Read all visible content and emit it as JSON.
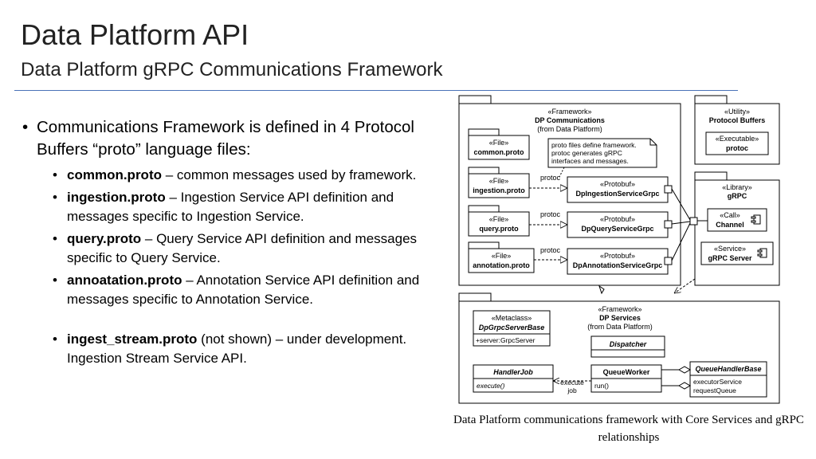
{
  "slide": {
    "title": "Data Platform API",
    "subtitle": "Data Platform gRPC Communications Framework"
  },
  "bullets": {
    "main": "Communications Framework is defined in 4 Protocol Buffers “proto” language files:",
    "items": [
      {
        "term": "common.proto",
        "rest": " – common messages used by framework."
      },
      {
        "term": "ingestion.proto",
        "rest": " – Ingestion Service API definition and messages specific to Ingestion Service."
      },
      {
        "term": "query.proto",
        "rest": " – Query Service API definition and messages specific to Query Service."
      },
      {
        "term": "annoatation.proto",
        "rest": " – Annotation Service API definition and messages specific to Annotation Service."
      },
      {
        "term": "ingest_stream.proto",
        "rest": " (not shown) – under development.  Ingestion Stream Service API."
      }
    ]
  },
  "diagram": {
    "dp_comm": {
      "stereo": "«Framework»",
      "name": "DP Communications",
      "sub": "(from Data Platform)"
    },
    "files": [
      {
        "stereo": "«File»",
        "name": "common.proto"
      },
      {
        "stereo": "«File»",
        "name": "ingestion.proto"
      },
      {
        "stereo": "«File»",
        "name": "query.proto"
      },
      {
        "stereo": "«File»",
        "name": "annotation.proto"
      }
    ],
    "note": [
      "proto files define framework.",
      "protoc generates gRPC",
      "interfaces and messages."
    ],
    "protoc_label": "protoc",
    "protobufs": [
      {
        "stereo": "«Protobuf»",
        "name": "DpIngestionServiceGrpc"
      },
      {
        "stereo": "«Protobuf»",
        "name": "DpQueryServiceGrpc"
      },
      {
        "stereo": "«Protobuf»",
        "name": "DpAnnotationServiceGrpc"
      }
    ],
    "utility": {
      "stereo": "«Utility»",
      "name": "Protocol Buffers",
      "exec_stereo": "«Executable»",
      "exec_name": "protoc"
    },
    "library": {
      "stereo": "«Library»",
      "name": "gRPC",
      "call_stereo": "«Call»",
      "call_name": "Channel",
      "service_stereo": "«Service»",
      "service_name": "gRPC Server"
    },
    "dp_services": {
      "stereo": "«Framework»",
      "name": "DP Services",
      "sub": "(from Data Platform)"
    },
    "metaclass": {
      "stereo": "«Metaclass»",
      "name": "DpGrpcServerBase",
      "attr": "+server:GrpcServer"
    },
    "dispatcher": "Dispatcher",
    "handlerjob": {
      "name": "HandlerJob",
      "op": "execute()"
    },
    "queueworker": {
      "name": "QueueWorker",
      "op": "run()"
    },
    "queuehandler": {
      "name": "QueueHandlerBase",
      "attr1": "executorService",
      "attr2": "requestQueue"
    },
    "execute_label": [
      "execute",
      "job"
    ]
  },
  "caption": "Data Platform communications framework with Core Services and gRPC relationships"
}
